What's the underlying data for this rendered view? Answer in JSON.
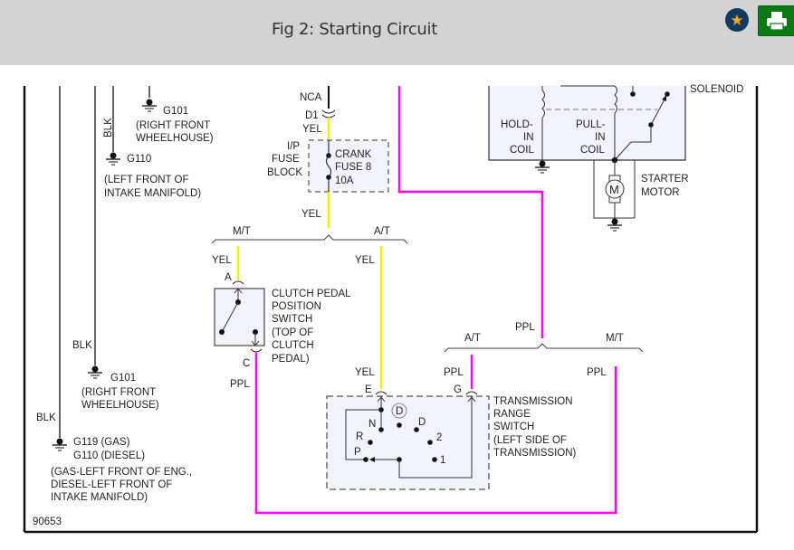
{
  "header": {
    "title": "Fig 2: Starting Circuit",
    "favorite_icon": "star-icon",
    "print_icon": "printer-icon",
    "colors": {
      "bar": "#d3d3d3",
      "favorite_bg": "#123a5e",
      "favorite_star": "#f5a623",
      "print_bg": "#0a7a14"
    }
  },
  "diagram": {
    "figure_id": "90653",
    "wire_colors": {
      "YEL": "#f0f000",
      "PPL": "#ff00ff",
      "BLK": "#555555"
    },
    "grounds": {
      "g101_top": {
        "id": "G101",
        "location": "(RIGHT FRONT",
        "location2": "WHEELHOUSE)"
      },
      "g110_top": {
        "id": "G110",
        "location": "(LEFT FRONT OF",
        "location2": "INTAKE MANIFOLD)"
      },
      "g101_mid": {
        "id": "G101",
        "location": "(RIGHT FRONT",
        "location2": "WHEELHOUSE)"
      },
      "g119": {
        "id": "G119 (GAS)",
        "id2": "G110 (DIESEL)",
        "location": "(GAS-LEFT FRONT OF ENG.,",
        "location2": "DIESEL-LEFT FRONT OF",
        "location3": "INTAKE MANIFOLD)"
      }
    },
    "wire_labels": {
      "blk_top": "BLK",
      "blk_mid": "BLK",
      "blk_low": "BLK",
      "nca": "NCA",
      "d1": "D1",
      "yel_d1": "YEL",
      "yel_fuse_out": "YEL",
      "mt_left": "M/T",
      "at_left": "A/T",
      "yel_clutch": "YEL",
      "yel_at": "YEL",
      "yel_e": "YEL",
      "ppl_c": "PPL",
      "ppl_top": "PPL",
      "at_right": "A/T",
      "mt_right": "M/T",
      "ppl_g": "PPL",
      "ppl_mt": "PPL"
    },
    "fuse_block": {
      "label1": "I/P",
      "label2": "FUSE",
      "label3": "BLOCK",
      "fuse1": "CRANK",
      "fuse2": "FUSE 8",
      "fuse3": "10A"
    },
    "clutch_switch": {
      "pin_a": "A",
      "pin_c": "C",
      "label1": "CLUTCH PEDAL",
      "label2": "POSITION",
      "label3": "SWITCH",
      "label4": "(TOP OF",
      "label5": "CLUTCH",
      "label6": "PEDAL)"
    },
    "trans_switch": {
      "pin_e": "E",
      "pin_g": "G",
      "label1": "TRANSMISSION",
      "label2": "RANGE",
      "label3": "SWITCH",
      "label4": "(LEFT SIDE OF",
      "label5": "TRANSMISSION)",
      "positions": {
        "p": "P",
        "r": "R",
        "n": "N",
        "d": "D",
        "two": "2",
        "one": "1",
        "circled": "D"
      }
    },
    "solenoid": {
      "label": "SOLENOID",
      "hold1": "HOLD-",
      "hold2": "IN",
      "hold3": "COIL",
      "pull1": "PULL-",
      "pull2": "IN",
      "pull3": "COIL"
    },
    "starter": {
      "label1": "STARTER",
      "label2": "MOTOR",
      "symbol": "M"
    }
  }
}
